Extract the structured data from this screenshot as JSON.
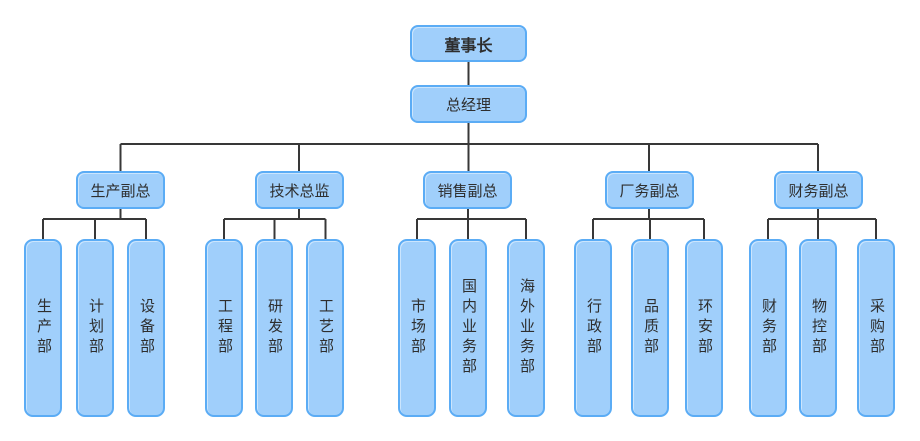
{
  "org": {
    "root": "董事长",
    "gm": "总经理",
    "groups": [
      {
        "label": "生产副总",
        "departments": [
          "生产部",
          "计划部",
          "设备部"
        ]
      },
      {
        "label": "技术总监",
        "departments": [
          "工程部",
          "研发部",
          "工艺部"
        ]
      },
      {
        "label": "销售副总",
        "departments": [
          "市场部",
          "国内业务部",
          "海外业务部"
        ]
      },
      {
        "label": "厂务副总",
        "departments": [
          "行政部",
          "品质部",
          "环安部"
        ]
      },
      {
        "label": "财务副总",
        "departments": [
          "财务部",
          "物控部",
          "采购部"
        ]
      }
    ]
  },
  "colors": {
    "box_fill": "#A0CFFB",
    "box_border": "#5BACF5",
    "line": "#383838",
    "text": "#2E2E2E"
  }
}
